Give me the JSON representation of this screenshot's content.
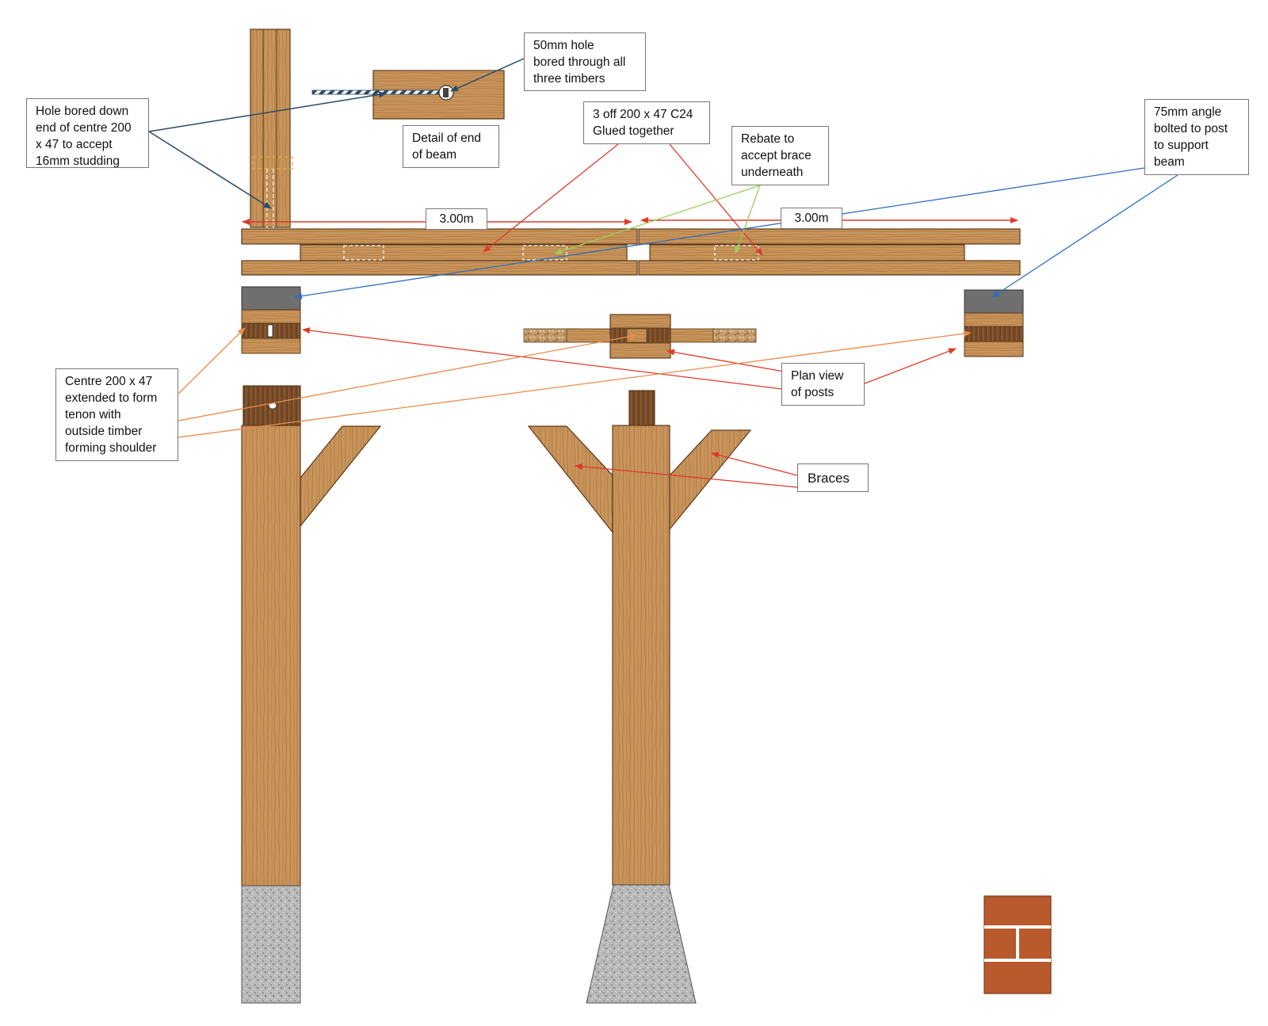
{
  "colors": {
    "timber_light": "#c8945a",
    "timber_mid": "#b98550",
    "timber_dark": "#8a5a30",
    "timber_outline": "#5a3a1a",
    "concrete": "#b9b9b9",
    "steel_angle": "#6f6f6f",
    "brick": "#b95a2c",
    "arrow_red": "#e03a2a",
    "arrow_blue": "#2f6fbf",
    "arrow_navy": "#2a4a66",
    "arrow_orange": "#ea8a4a",
    "arrow_green": "#9ccc5a"
  },
  "labels": {
    "hole_bored": "Hole bored down\nend of centre 200\nx 47 to accept\n16mm studding",
    "hole_50mm": "50mm hole\nbored through all\nthree timbers",
    "detail_end_beam": "Detail of end\nof beam",
    "three_off": "3 off 200 x 47 C24\nGlued together",
    "rebate": "Rebate to\naccept brace\nunderneath",
    "angle_75mm": "75mm angle\nbolted to post\nto support\nbeam",
    "span_left": "3.00m",
    "span_right": "3.00m",
    "plan_view": "Plan view\nof posts",
    "centre_tenon": "Centre 200 x 47\nextended to form\ntenon with\noutside timber\nforming shoulder",
    "braces": "Braces"
  }
}
